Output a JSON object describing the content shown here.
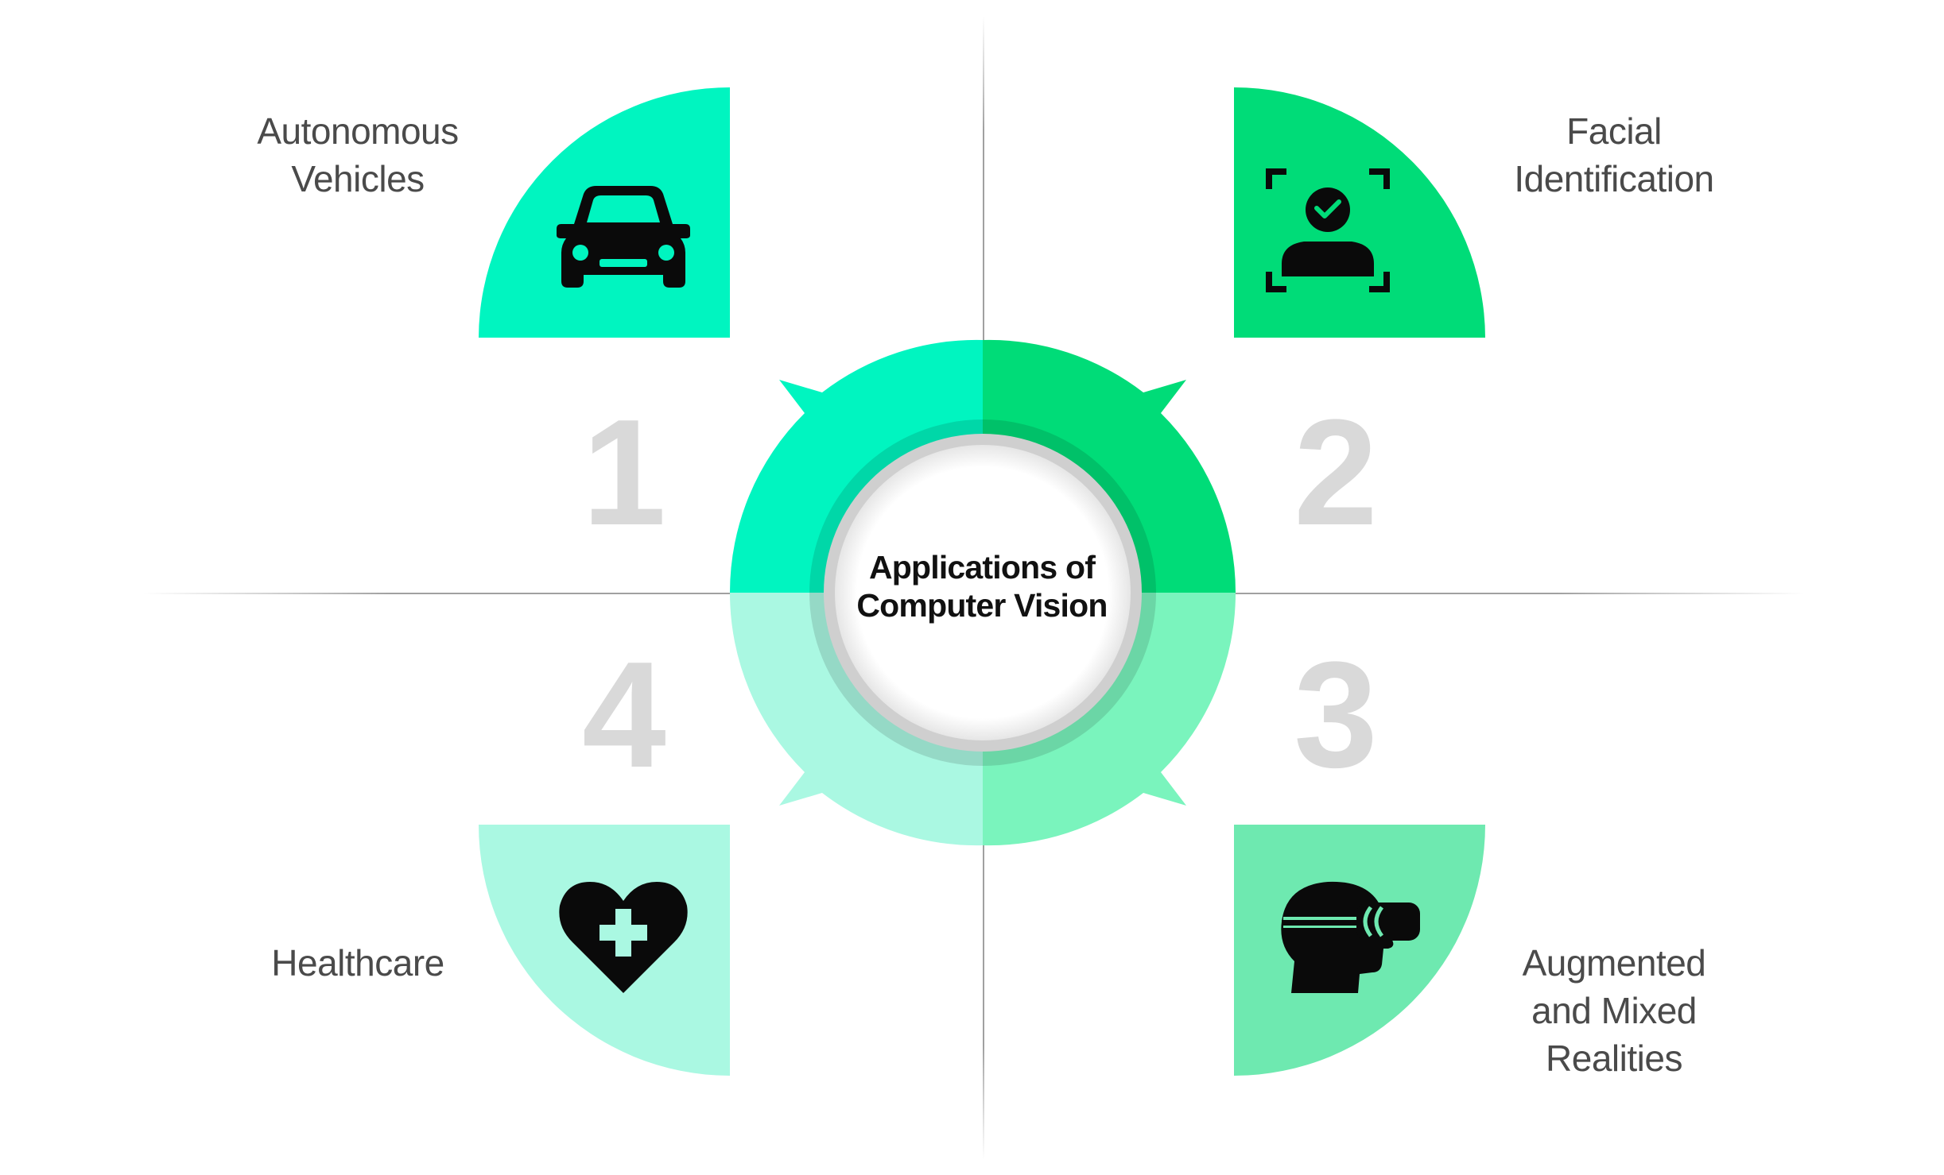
{
  "title": [
    "Applications of",
    "Computer Vision"
  ],
  "quadrants": [
    {
      "number": "1",
      "label": [
        "Autonomous",
        "Vehicles"
      ],
      "icon": "car-icon",
      "color": "#00f5c0"
    },
    {
      "number": "2",
      "label": [
        "Facial",
        "Identification"
      ],
      "icon": "face-id-icon",
      "color": "#00dc78"
    },
    {
      "number": "3",
      "label": [
        "Augmented",
        "and Mixed",
        "Realities"
      ],
      "icon": "vr-headset-icon",
      "color": "#6ee9b0"
    },
    {
      "number": "4",
      "label": [
        "Healthcare"
      ],
      "icon": "heart-plus-icon",
      "color": "#aaf8e2"
    }
  ]
}
